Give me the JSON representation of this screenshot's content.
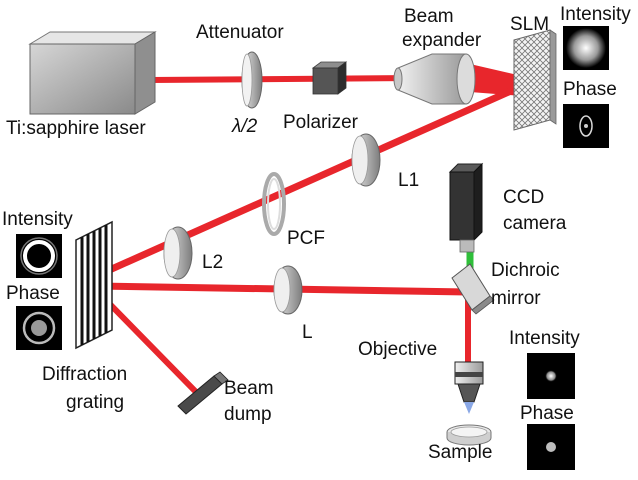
{
  "labels": {
    "laser": "Ti:sapphire laser",
    "attenuator": "Attenuator",
    "half_wave": "λ/2",
    "polarizer": "Polarizer",
    "beam_expander_line1": "Beam",
    "beam_expander_line2": "expander",
    "slm": "SLM",
    "slm_intensity": "Intensity",
    "slm_phase": "Phase",
    "l1": "L1",
    "pcf": "PCF",
    "l2": "L2",
    "grating_intensity": "Intensity",
    "grating_phase": "Phase",
    "grating_line1": "Diffraction",
    "grating_line2": "grating",
    "lens_l": "L",
    "beam_dump_line1": "Beam",
    "beam_dump_line2": "dump",
    "ccd_line1": "CCD",
    "ccd_line2": "camera",
    "dichroic_line1": "Dichroic",
    "dichroic_line2": "mirror",
    "objective": "Objective",
    "sample": "Sample",
    "sample_intensity": "Intensity",
    "sample_phase": "Phase"
  },
  "colors": {
    "beam": "#e8262c",
    "fluorescence": "#2fbf3a",
    "panel_bg": "#000000",
    "optic_gray": "#9a9a9a"
  }
}
